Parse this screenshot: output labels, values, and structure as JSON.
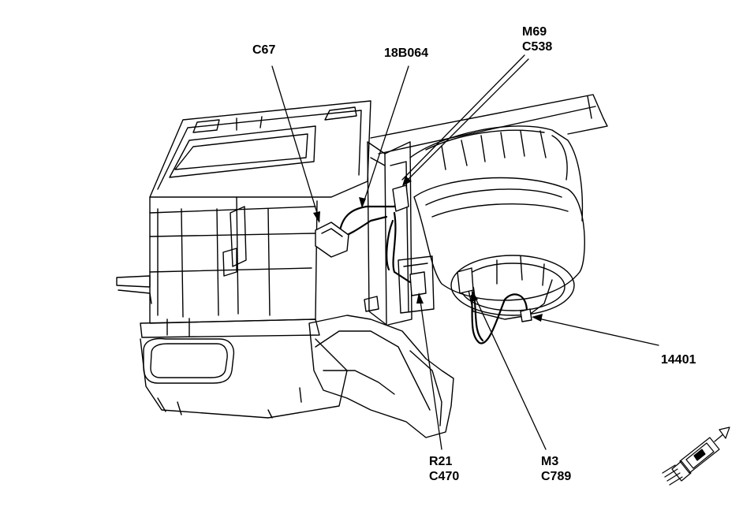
{
  "callouts": [
    {
      "id": "c67",
      "lines": [
        "C67"
      ]
    },
    {
      "id": "18b064",
      "lines": [
        "18B064"
      ]
    },
    {
      "id": "m69",
      "lines": [
        "M69",
        "C538"
      ]
    },
    {
      "id": "14401",
      "lines": [
        "14401"
      ]
    },
    {
      "id": "r21",
      "lines": [
        "R21",
        "C470"
      ]
    },
    {
      "id": "m3",
      "lines": [
        "M3",
        "C789"
      ]
    }
  ],
  "icons": {
    "orientation": "connector-orientation-icon"
  },
  "colors": {
    "line": "#000000",
    "background": "#ffffff"
  }
}
